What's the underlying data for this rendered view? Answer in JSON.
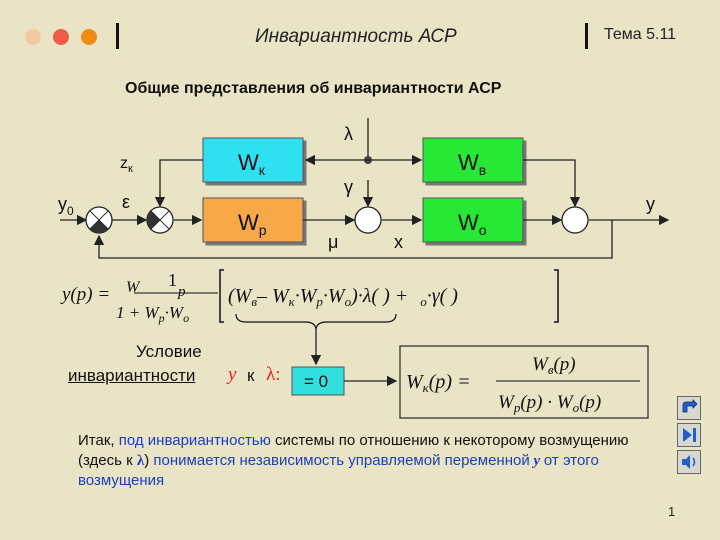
{
  "header": {
    "title": "Инвариантность АСР",
    "topic": "Тема 5.11",
    "dot_colors": [
      "#f3c9a4",
      "#ee5b48",
      "#f38a14"
    ]
  },
  "subtitle": "Общие представления об инвариантности АСР",
  "diagram": {
    "blocks": {
      "wk": "W",
      "wk_sub": "к",
      "wv": "W",
      "wv_sub": "в",
      "wr": "W",
      "wr_sub": "р",
      "wo": "W",
      "wo_sub": "о"
    },
    "signals": {
      "lambda": "λ",
      "gamma": "γ",
      "zk": "z",
      "zk_sub": "к",
      "y0": "y",
      "y0_sub": "0",
      "epsilon": "ε",
      "mu": "μ",
      "x": "x",
      "y": "y"
    },
    "colors": {
      "cyan": "#2ee0f0",
      "green": "#26e836",
      "orange": "#f8a84a",
      "eqbox": "#33dede"
    }
  },
  "formula": {
    "lhs": "y(p) =",
    "frac1_num": "1",
    "frac1_den": "1 + W",
    "frac1_den_sub1": "p",
    "frac1_den_mid": "·W",
    "frac1_den_sub2": "o",
    "w_letter": "W",
    "p_sub": "p",
    "bracket_text_a": "(W",
    "sub_v": "в",
    "bracket_text_b": "– W",
    "sub_k": "к",
    "bracket_text_c": "·W",
    "sub_p": "p",
    "bracket_text_d": "·W",
    "sub_o": "o",
    "bracket_text_e": ")·λ(   ) +",
    "sub_o2": "o",
    "bracket_text_f": "·γ(   )"
  },
  "condition": {
    "line1": "Условие",
    "line2": "инвариантности",
    "var_y": "y",
    "to": "к",
    "var_lambda": "λ:",
    "eq_zero": "= 0"
  },
  "result_formula": {
    "lhs_w": "W",
    "lhs_sub": "к",
    "lhs_arg": "(p) =",
    "num_w": "W",
    "num_sub": "в",
    "num_arg": "(p)",
    "den_w1": "W",
    "den_sub1": "р",
    "den_arg1": "(p) · W",
    "den_sub2": "о",
    "den_arg2": "(p)"
  },
  "summary": {
    "part1": "Итак, ",
    "part2": "под инвариантностью",
    "part3": " системы по отношению к некоторому возмущению (здесь к ",
    "part4": "λ",
    "part5": ") ",
    "part6": "понимается независимость управляемой переменной",
    "part7": " y ",
    "part8": "от этого возмущения"
  },
  "page_number": "1"
}
